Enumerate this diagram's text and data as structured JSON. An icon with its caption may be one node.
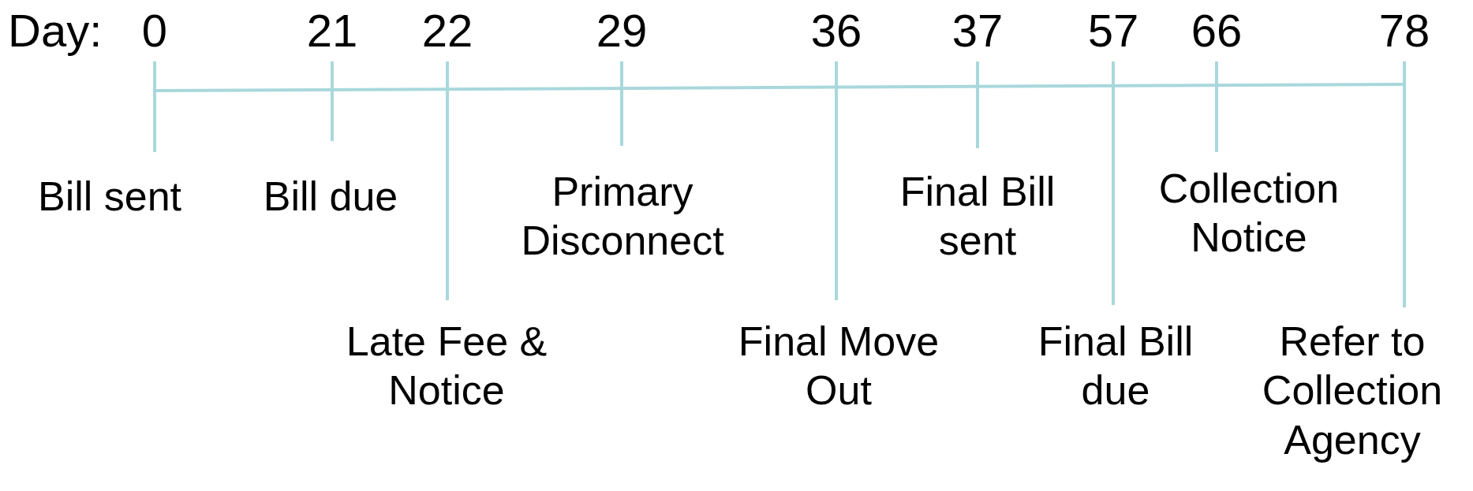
{
  "diagram": {
    "labels": [
      "Day:",
      "0",
      "21",
      "22",
      "29",
      "36",
      "37",
      "57",
      "66",
      "78",
      "Bill sent",
      "Bill due",
      "Late Fee & Notice",
      "Primary Disconnect",
      "Final Move Out",
      "Final Bill sent",
      "Final Bill due",
      "Collection Notice",
      "Refer to Collection Agency"
    ]
  }
}
